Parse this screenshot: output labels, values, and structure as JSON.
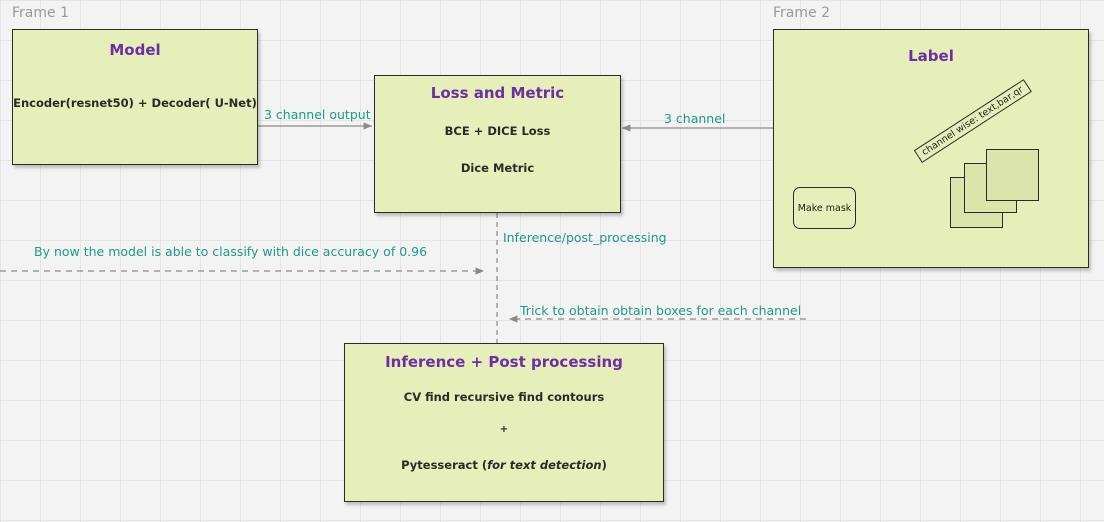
{
  "frames": {
    "frame1": "Frame 1",
    "frame2": "Frame 2"
  },
  "model_box": {
    "title": "Model",
    "line1": "Encoder(resnet50)  + Decoder( U-Net)"
  },
  "loss_box": {
    "title": "Loss and Metric",
    "line1": "BCE + DICE Loss",
    "line2": "Dice Metric"
  },
  "label_box": {
    "title": "Label",
    "make_mask": "Make mask",
    "channel_note": "channel wise: text,bar,qr"
  },
  "inference_box": {
    "title": "Inference + Post processing",
    "line1": "CV find recursive find contours",
    "plus": "+",
    "line3_prefix": "Pytesseract (",
    "line3_italic": "for text detection",
    "line3_suffix": ")"
  },
  "edges": {
    "model_to_loss": "3 channel output",
    "label_to_loss": "3 channel",
    "loss_to_inference": "Inference/post_processing",
    "dice_accuracy_note": "By now the model is able to classify with dice accuracy of 0.96",
    "trick_note": "Trick to obtain obtain boxes for each channel"
  },
  "colors": {
    "box_fill": "#e6eeb9",
    "title_purple": "#6c2fa6",
    "edge_label_teal": "#1c9a88"
  }
}
